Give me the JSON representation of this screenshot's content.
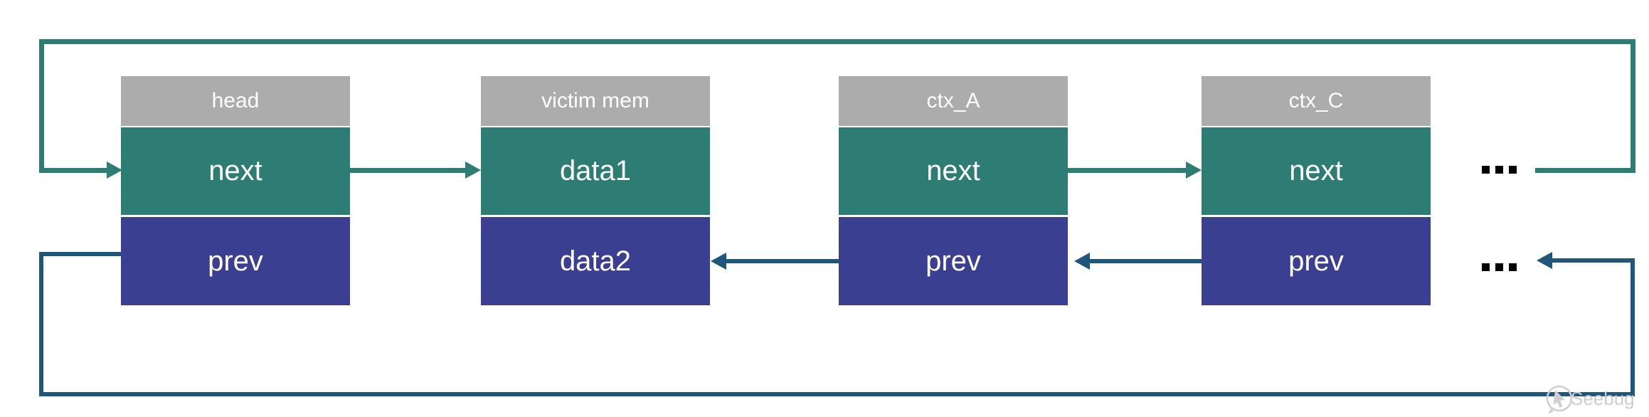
{
  "diagram": {
    "kind": "doubly-linked-list",
    "nodes": [
      {
        "title": "head",
        "rows": [
          {
            "label": "next"
          },
          {
            "label": "prev"
          }
        ]
      },
      {
        "title": "victim mem",
        "rows": [
          {
            "label": "data1"
          },
          {
            "label": "data2"
          }
        ]
      },
      {
        "title": "ctx_A",
        "rows": [
          {
            "label": "next"
          },
          {
            "label": "prev"
          }
        ]
      },
      {
        "title": "ctx_C",
        "rows": [
          {
            "label": "next"
          },
          {
            "label": "prev"
          }
        ]
      }
    ],
    "next_ellipsis": "...",
    "prev_ellipsis": "...",
    "links": [
      {
        "from": "tail-ellipsis",
        "to": "head.next",
        "kind": "next",
        "route": "top-loop"
      },
      {
        "from": "head.next",
        "to": "victim mem.data1",
        "kind": "next",
        "route": "direct"
      },
      {
        "from": "ctx_A.next",
        "to": "ctx_C.next",
        "kind": "next",
        "route": "direct"
      },
      {
        "from": "ctx_A.prev",
        "to": "victim mem.data2",
        "kind": "prev",
        "route": "direct"
      },
      {
        "from": "ctx_C.prev",
        "to": "ctx_A.prev",
        "kind": "prev",
        "route": "direct"
      },
      {
        "from": "head.prev",
        "to": "tail-ellipsis",
        "kind": "prev",
        "route": "bottom-loop"
      }
    ]
  },
  "watermark": {
    "text": "Seebug"
  },
  "colors": {
    "header": "#ACACAC",
    "next": "#2E7D74",
    "prev": "#3A3F92",
    "fwd": "#2E7D74",
    "back": "#1F567C",
    "dots": "#000000",
    "wm": "#CDCDCD"
  }
}
